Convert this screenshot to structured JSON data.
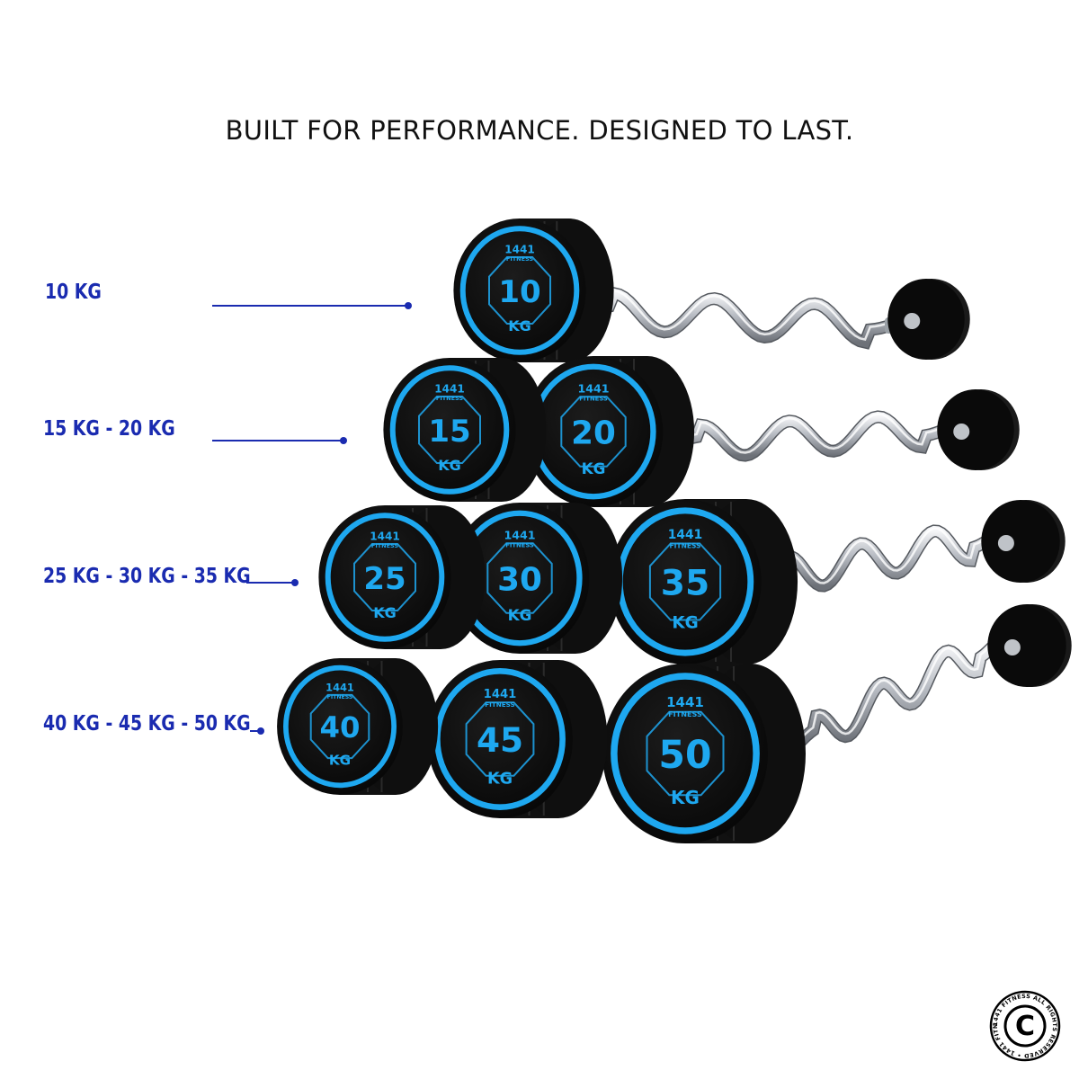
{
  "headline": "BUILT FOR PERFORMANCE. DESIGNED TO LAST.",
  "size_labels": [
    "10 KG",
    "15 KG - 20 KG",
    "25 KG - 30 KG - 35 KG",
    "40 KG - 45 KG - 50 KG"
  ],
  "brand": {
    "number": "1441",
    "word": "FITNESS"
  },
  "unit": "KG",
  "weights": [
    "10",
    "15",
    "20",
    "25",
    "30",
    "35",
    "40",
    "45",
    "50"
  ],
  "copyright_seal": {
    "symbol": "C",
    "ring_text": "1441 FITNESS ALL RIGHTS RESERVED"
  },
  "colors": {
    "label_blue": "#1a2bb0",
    "accent_cyan": "#1ea8f0",
    "rubber_black": "#0a0a0a",
    "chrome": "#c9ccd1"
  }
}
